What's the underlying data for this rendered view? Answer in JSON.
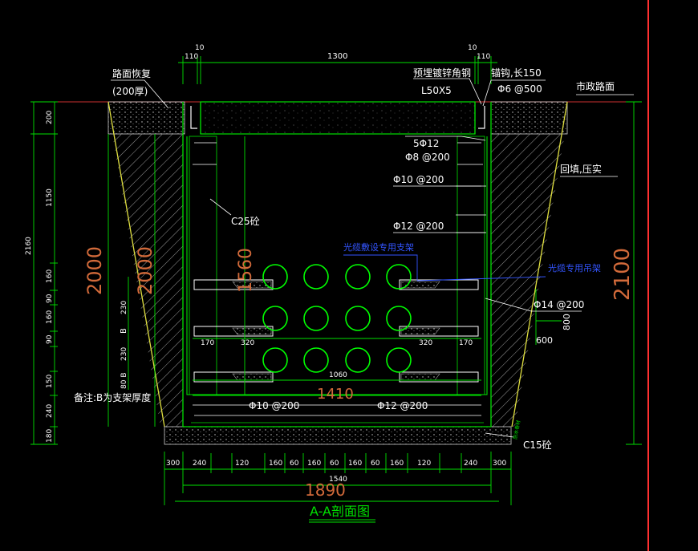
{
  "colors": {
    "background": "#000000",
    "concrete": "#00e000",
    "dimension": "#00e000",
    "text": "#ffffff",
    "large_dim": "#d26a3a",
    "cable_support": "#3355ff",
    "soil": "#e0e040",
    "frame": "#ff3030",
    "pipe": "#00ff00"
  },
  "labels": {
    "road_restore": "路面恢复",
    "thickness": "(200厚)",
    "embedded_angle": "预埋镀锌角钢",
    "angle_size": "L50X5",
    "anchor": "锚钩,长150",
    "anchor_spec": "Φ6 @500",
    "city_road": "市政路面",
    "rebar_top": "5Φ12",
    "rebar_top2": "Φ8 @200",
    "backfill": "回填,压实",
    "rebar_wall1": "Φ10 @200",
    "rebar_wall2": "Φ12 @200",
    "concrete_grade": "C25砼",
    "support_frame": "光缆敷设专用支架",
    "cable_hanger": "光缆专用吊架",
    "rebar_side": "Φ14 @200",
    "note": "备注:B为支架厚度",
    "rebar_bottom1": "Φ10 @200",
    "rebar_bottom2": "Φ12 @200",
    "base_concrete": "C15砼",
    "title": "A-A剖面图",
    "waterstop": "防水卷材"
  },
  "dims": {
    "top_110_left": "110",
    "top_10_left": "10",
    "top_1300": "1300",
    "top_10_right": "10",
    "top_110_right": "110",
    "left_200": "200",
    "left_1150": "1150",
    "left_2160": "2160",
    "left_160a": "160",
    "left_90a": "90",
    "left_160b": "160",
    "left_90b": "90",
    "left_150": "150",
    "left_240": "240",
    "left_180": "180",
    "big_2000_a": "2000",
    "big_2000_b": "2000",
    "big_1560": "1560",
    "big_2100": "2100",
    "small_230a": "230",
    "small_b": "B",
    "small_230b": "230",
    "small_80b": "80 B",
    "row_170_l": "170",
    "row_320_l": "320",
    "row_320_r": "320",
    "row_170_r": "170",
    "inner_1060": "1060",
    "inner_1410": "1410",
    "side_800": "800",
    "side_600": "600",
    "bottom_seq": [
      "300",
      "240",
      "120",
      "160",
      "60",
      "160",
      "60",
      "160",
      "60",
      "160",
      "120",
      "240",
      "300"
    ],
    "bottom_1540": "1540",
    "bottom_1890": "1890"
  }
}
